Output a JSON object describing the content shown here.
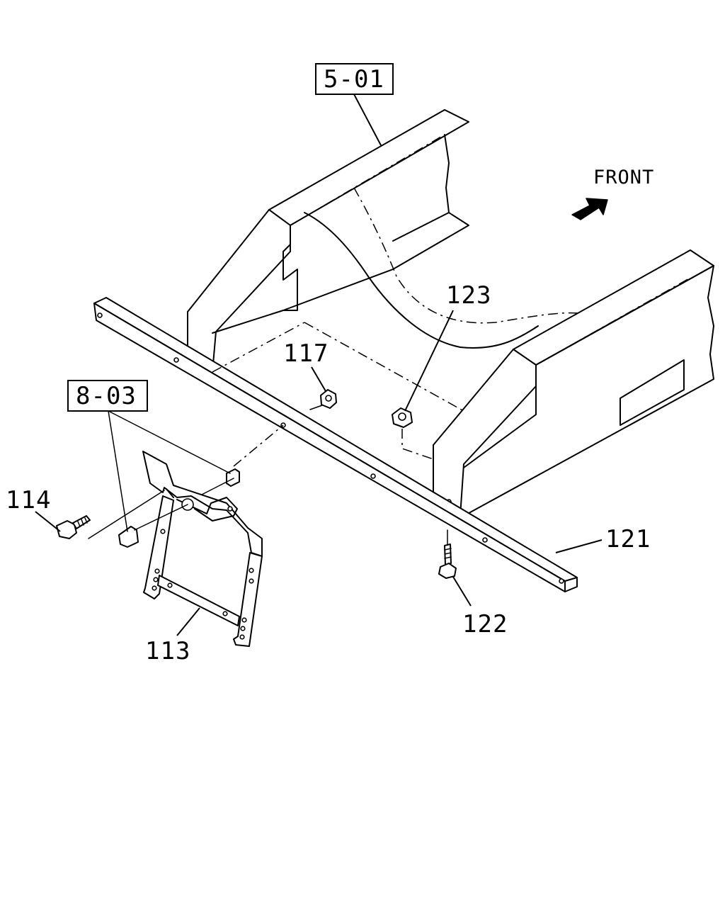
{
  "diagram": {
    "direction_label": "FRONT",
    "references": [
      {
        "id": "ref-5-01",
        "text": "5-01"
      },
      {
        "id": "ref-8-03",
        "text": "8-03"
      }
    ],
    "callouts": [
      {
        "id": "part-113",
        "text": "113"
      },
      {
        "id": "part-114",
        "text": "114"
      },
      {
        "id": "part-117",
        "text": "117"
      },
      {
        "id": "part-121",
        "text": "121"
      },
      {
        "id": "part-122",
        "text": "122"
      },
      {
        "id": "part-123",
        "text": "123"
      }
    ],
    "colors": {
      "line": "#000000",
      "background": "#ffffff"
    }
  }
}
